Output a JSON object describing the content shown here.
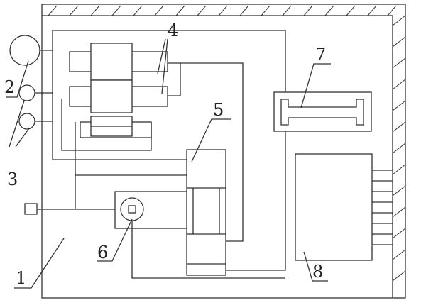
{
  "labels": {
    "housing": "1",
    "gauge_large": "2",
    "gauges_small": "3",
    "valve_group": "4",
    "cylinder": "5",
    "motor": "6",
    "handle": "7",
    "control_box": "8"
  }
}
